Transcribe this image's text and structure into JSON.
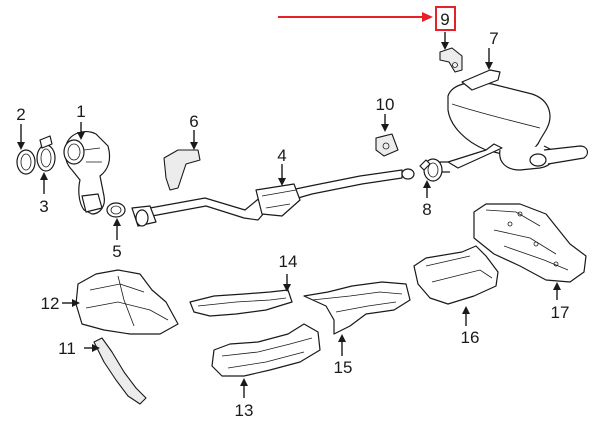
{
  "callouts": [
    {
      "id": "1",
      "label": "1"
    },
    {
      "id": "2",
      "label": "2"
    },
    {
      "id": "3",
      "label": "3"
    },
    {
      "id": "4",
      "label": "4"
    },
    {
      "id": "5",
      "label": "5"
    },
    {
      "id": "6",
      "label": "6"
    },
    {
      "id": "7",
      "label": "7"
    },
    {
      "id": "8",
      "label": "8"
    },
    {
      "id": "9",
      "label": "9"
    },
    {
      "id": "10",
      "label": "10"
    },
    {
      "id": "11",
      "label": "11"
    },
    {
      "id": "12",
      "label": "12"
    },
    {
      "id": "13",
      "label": "13"
    },
    {
      "id": "14",
      "label": "14"
    },
    {
      "id": "15",
      "label": "15"
    },
    {
      "id": "16",
      "label": "16"
    },
    {
      "id": "17",
      "label": "17"
    }
  ],
  "highlight": {
    "callout": "9",
    "color": "#e8202a"
  },
  "colors": {
    "line": "#1a1a1a",
    "highlight": "#e8202a",
    "background": "#ffffff"
  }
}
